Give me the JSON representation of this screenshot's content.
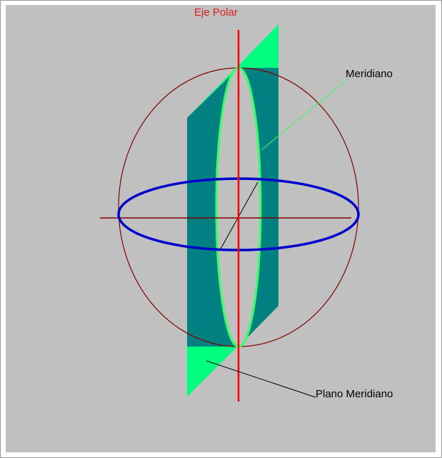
{
  "labels": {
    "polar_axis": "Eje Polar",
    "meridian": "Meridiano",
    "meridian_plane": "Plano Meridiano"
  },
  "colors": {
    "background": "#c0c0c0",
    "polar_axis": "#ff0000",
    "equatorial_axis": "#800000",
    "sphere_outline": "#800000",
    "equator": "#0000cc",
    "meridian_plane_front": "#008080",
    "meridian_plane_back": "#00ff80",
    "meridian_edge": "#33ff66",
    "leader_meridian": "#33ff66",
    "leader_plane": "#000000"
  }
}
